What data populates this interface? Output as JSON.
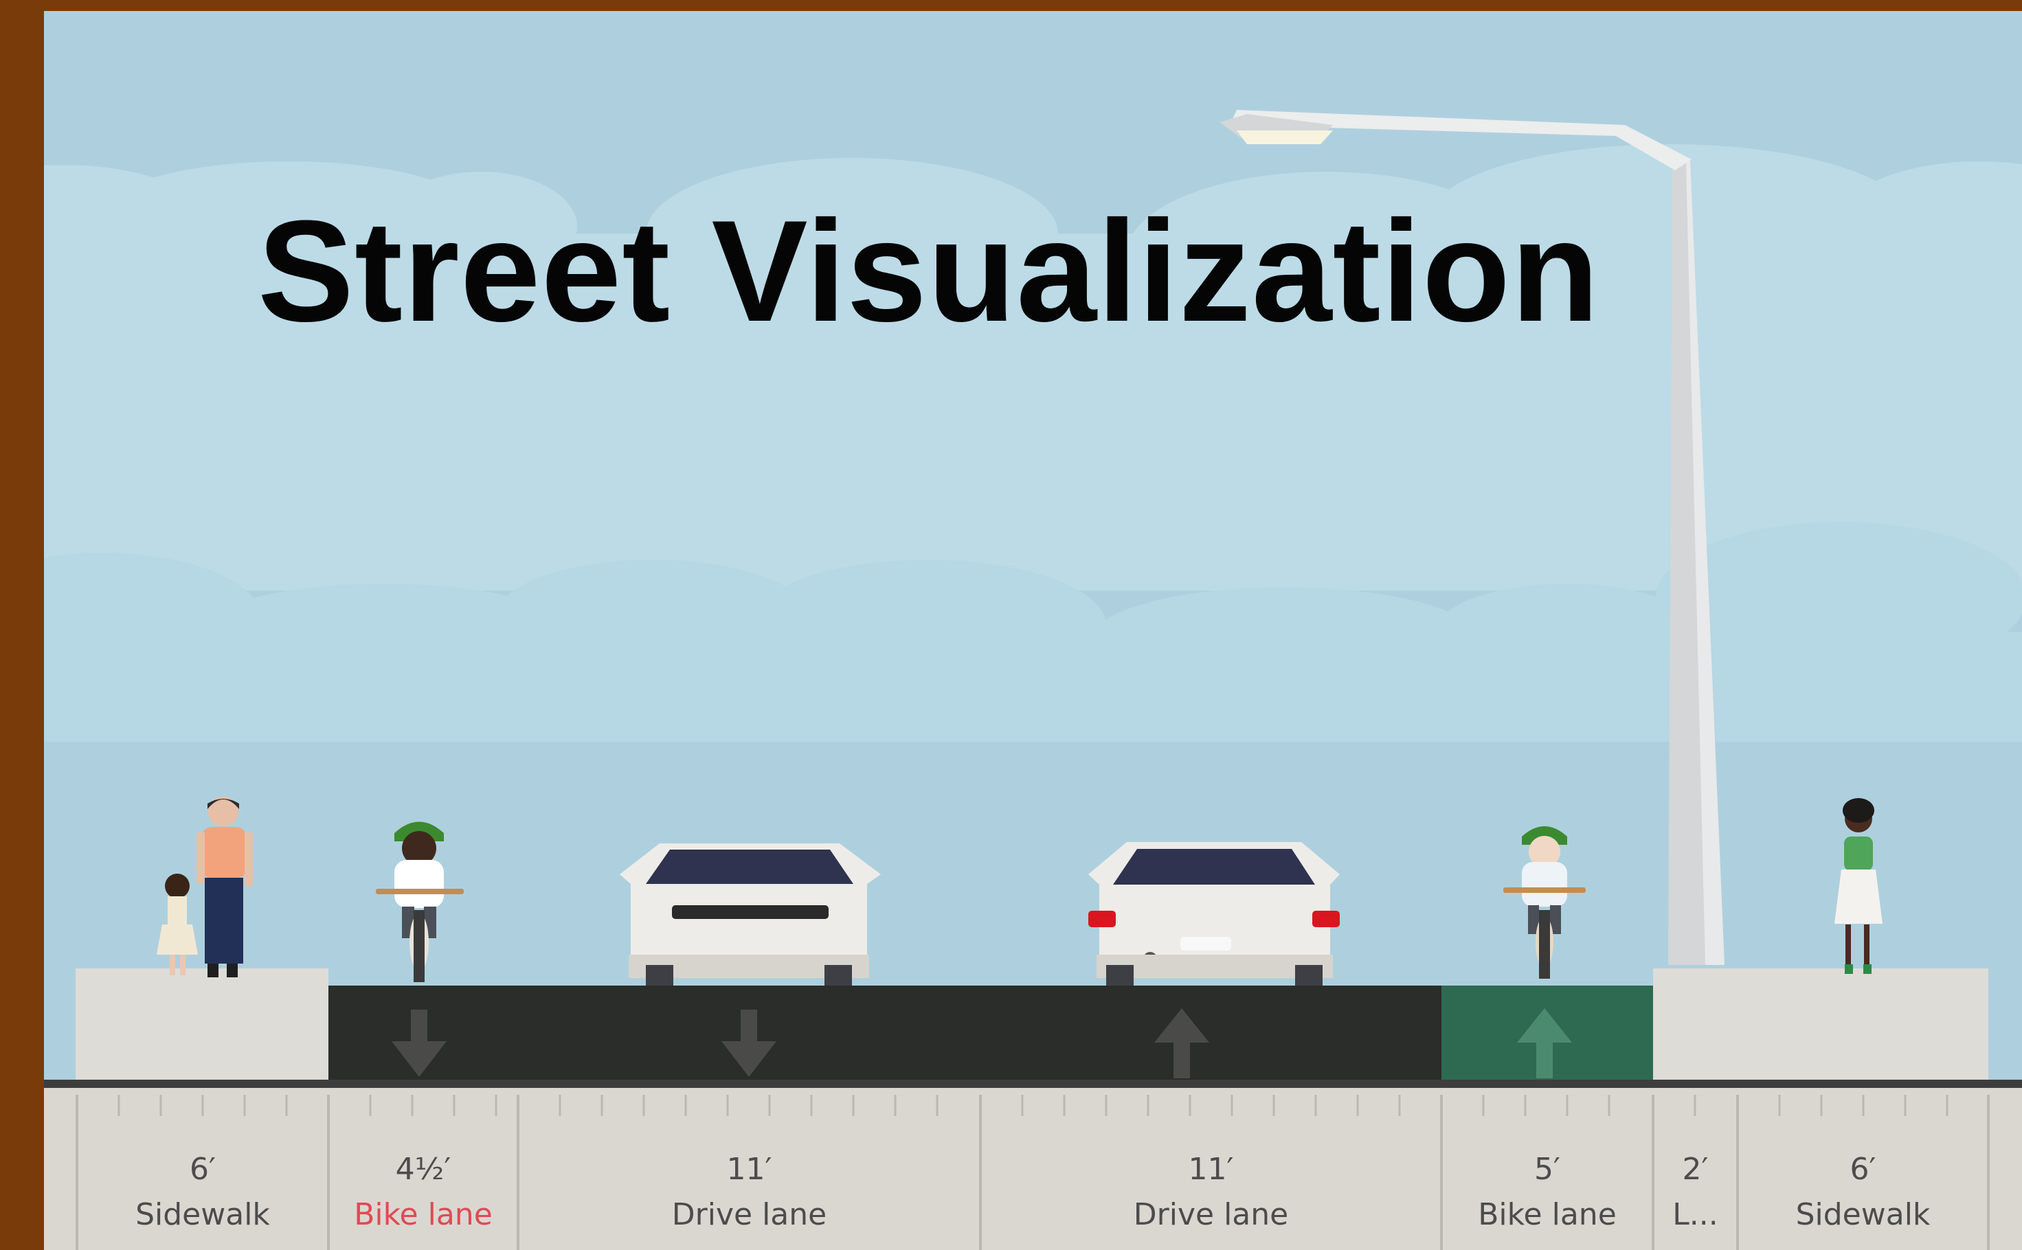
{
  "title": "Street Visualization",
  "colors": {
    "frame": "#7a3b0b",
    "sky": "#aed0de",
    "cloud_back": "#bcdbe7",
    "cloud_front": "#b6d7e4",
    "road": "#2b2d2a",
    "bike_lane_green": "#2e6a52",
    "sidewalk": "#dedcd7",
    "label_text": "#4c4c4c",
    "warning_label": "#e04a52"
  },
  "segments": [
    {
      "id": "sidewalk-left",
      "width": "6′",
      "name": "Sidewalk",
      "warning": false,
      "surface": "sidewalk"
    },
    {
      "id": "bike-lane-left",
      "width": "4½′",
      "name": "Bike lane",
      "warning": true,
      "surface": "asphalt",
      "direction": "down"
    },
    {
      "id": "drive-lane-left",
      "width": "11′",
      "name": "Drive lane",
      "warning": false,
      "surface": "asphalt",
      "direction": "down"
    },
    {
      "id": "drive-lane-right",
      "width": "11′",
      "name": "Drive lane",
      "warning": false,
      "surface": "asphalt",
      "direction": "up"
    },
    {
      "id": "bike-lane-right",
      "width": "5′",
      "name": "Bike lane",
      "warning": false,
      "surface": "green",
      "direction": "up"
    },
    {
      "id": "lamp-strip",
      "width": "2′",
      "name": "L...",
      "warning": false,
      "surface": "sidewalk"
    },
    {
      "id": "sidewalk-right",
      "width": "6′",
      "name": "Sidewalk",
      "warning": false,
      "surface": "sidewalk"
    }
  ],
  "icons": {
    "street_lamp": "street-lamp-icon",
    "pedestrian_adult": "pedestrian-adult-icon",
    "pedestrian_child": "pedestrian-child-icon",
    "cyclist": "cyclist-icon",
    "car_rear": "car-rear-icon",
    "car_front": "car-front-icon",
    "arrow_down": "arrow-down-icon",
    "arrow_up": "arrow-up-icon"
  }
}
